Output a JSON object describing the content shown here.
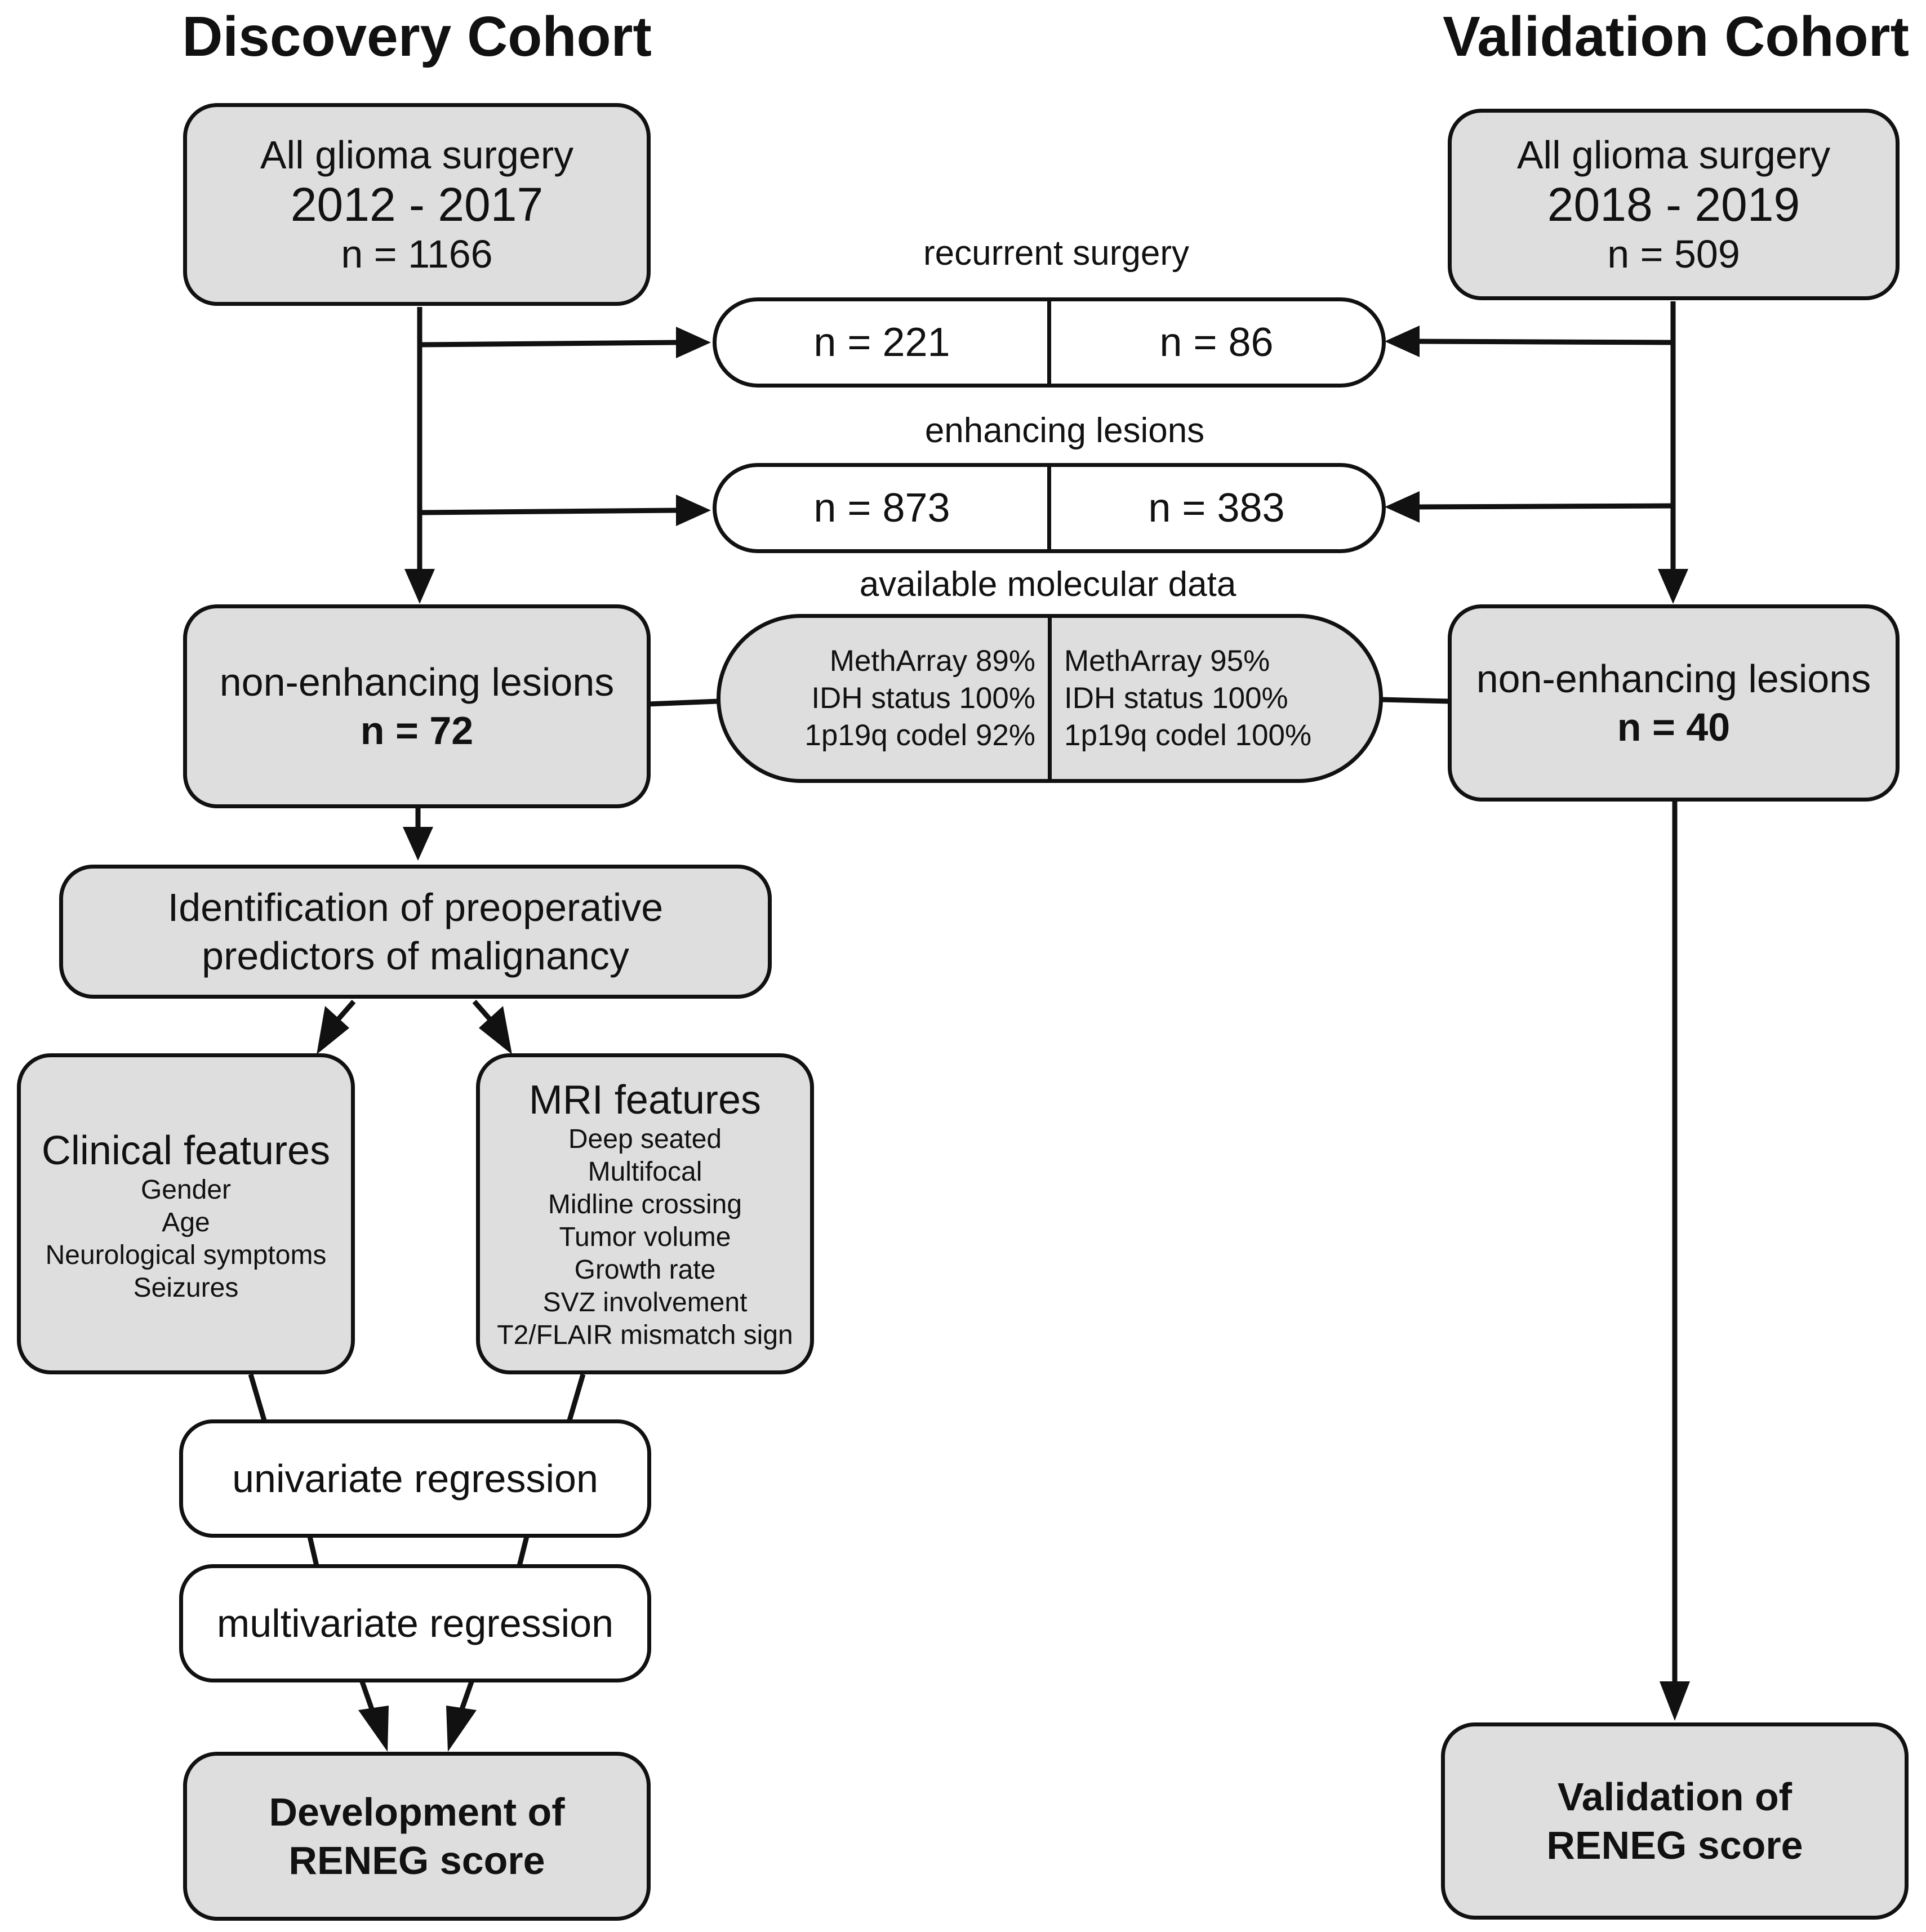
{
  "titles": {
    "discovery": "Discovery Cohort",
    "validation": "Validation Cohort"
  },
  "discovery": {
    "all_surgery": {
      "line1": "All glioma surgery",
      "line2": "2012 - 2017",
      "line3": "n = 1166"
    },
    "non_enhancing": {
      "label": "non-enhancing lesions",
      "n": "n = 72"
    },
    "identification": {
      "line1": "Identification of preoperative",
      "line2": "predictors of malignancy"
    },
    "clinical": {
      "title": "Clinical features",
      "items": [
        "Gender",
        "Age",
        "Neurological symptoms",
        "Seizures"
      ]
    },
    "mri": {
      "title": "MRI features",
      "items": [
        "Deep seated",
        "Multifocal",
        "Midline crossing",
        "Tumor volume",
        "Growth rate",
        "SVZ involvement",
        "T2/FLAIR mismatch sign"
      ]
    },
    "univariate": "univariate regression",
    "multivariate": "multivariate regression",
    "development": {
      "line1": "Development of",
      "line2": "RENEG score"
    }
  },
  "validation": {
    "all_surgery": {
      "line1": "All glioma surgery",
      "line2": "2018 - 2019",
      "line3": "n = 509"
    },
    "non_enhancing": {
      "label": "non-enhancing lesions",
      "n": "n = 40"
    },
    "validation_box": {
      "line1": "Validation of",
      "line2": "RENEG score"
    }
  },
  "exclusions": {
    "recurrent": {
      "label": "recurrent surgery",
      "discovery_n": "n = 221",
      "validation_n": "n = 86"
    },
    "enhancing": {
      "label": "enhancing lesions",
      "discovery_n": "n = 873",
      "validation_n": "n = 383"
    }
  },
  "molecular": {
    "label": "available molecular data",
    "discovery": [
      "MethArray 89%",
      "IDH status 100%",
      "1p19q codel 92%"
    ],
    "validation": [
      "MethArray 95%",
      "IDH status 100%",
      "1p19q codel 100%"
    ]
  }
}
